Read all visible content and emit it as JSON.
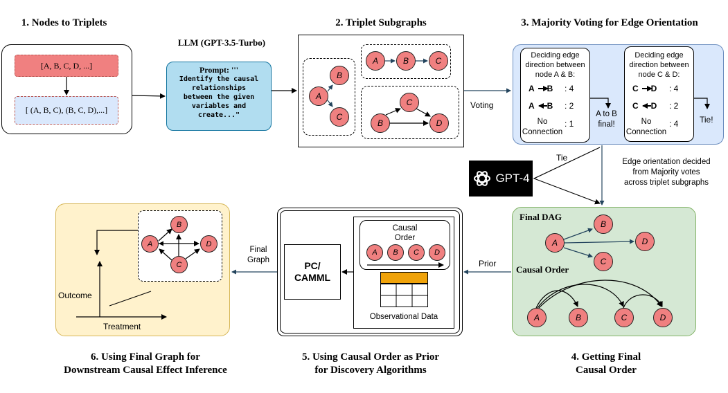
{
  "sections": {
    "s1": "1. Nodes to Triplets",
    "s2": "2. Triplet Subgraphs",
    "s3": "3. Majority Voting for Edge Orientation",
    "s4_line1": "4. Getting Final",
    "s4_line2": "Causal Order",
    "s5_line1": "5. Using Causal Order as Prior",
    "s5_line2": "for Discovery Algorithms",
    "s6_line1": "6. Using Final Graph for",
    "s6_line2": "Downstream Causal Effect Inference"
  },
  "nodes_box": {
    "list": "[A, B, C, D, ...]",
    "triplets": "[ (A, B, C), (B, C, D),...]"
  },
  "llm": {
    "title": "LLM (GPT-3.5-Turbo)",
    "prompt_label": "Prompt: '''",
    "prompt_line1": "Identify the causal",
    "prompt_line2": "relationships",
    "prompt_line3": "between the given",
    "prompt_line4": "variables and",
    "prompt_line5": "create...\""
  },
  "node_labels": {
    "a": "A",
    "b": "B",
    "c": "C",
    "d": "D"
  },
  "voting": {
    "edge_label": "Voting",
    "card1": {
      "title_l1": "Deciding edge",
      "title_l2": "direction between",
      "title_l3": "node A & B:",
      "row1_l": "A",
      "row1_r": "B",
      "row1_v": ": 4",
      "row2_l": "A",
      "row2_r": "B",
      "row2_v": ": 2",
      "row3_l1": "No",
      "row3_l2": "Connection",
      "row3_v": ": 1",
      "result_l1": "A to B",
      "result_l2": "final!"
    },
    "card2": {
      "title_l1": "Deciding edge",
      "title_l2": "direction between",
      "title_l3": "node C & D:",
      "row1_l": "C",
      "row1_r": "D",
      "row1_v": ": 4",
      "row2_l": "C",
      "row2_r": "D",
      "row2_v": ": 2",
      "row3_l1": "No",
      "row3_l2": "Connection",
      "row3_v": ": 4",
      "result": "Tie!"
    }
  },
  "gpt4": {
    "logo_text": "GPT-4",
    "tie_label": "Tie",
    "note_l1": "Edge orientation decided",
    "note_l2": "from Majority votes",
    "note_l3": "across triplet subgraphs"
  },
  "final": {
    "dag_title": "Final DAG",
    "order_title": "Causal Order",
    "prior_label": "Prior"
  },
  "discovery": {
    "pc_l1": "PC/",
    "pc_l2": "CAMML",
    "causal_order_l1": "Causal",
    "causal_order_l2": "Order",
    "obs_label": "Observational Data",
    "final_graph_l1": "Final",
    "final_graph_l2": "Graph"
  },
  "inference": {
    "outcome": "Outcome",
    "treatment": "Treatment"
  },
  "colors": {
    "node_fill": "#f08080",
    "list_fill": "#f08080",
    "triplet_fill": "#dae8fc",
    "prompt_fill": "#b1ddf0",
    "voting_fill": "#dae8fc",
    "final_fill": "#d5e8d4",
    "inference_fill": "#fff2cc",
    "table_header": "#f0a30a",
    "arrow_teal": "#23445d"
  }
}
